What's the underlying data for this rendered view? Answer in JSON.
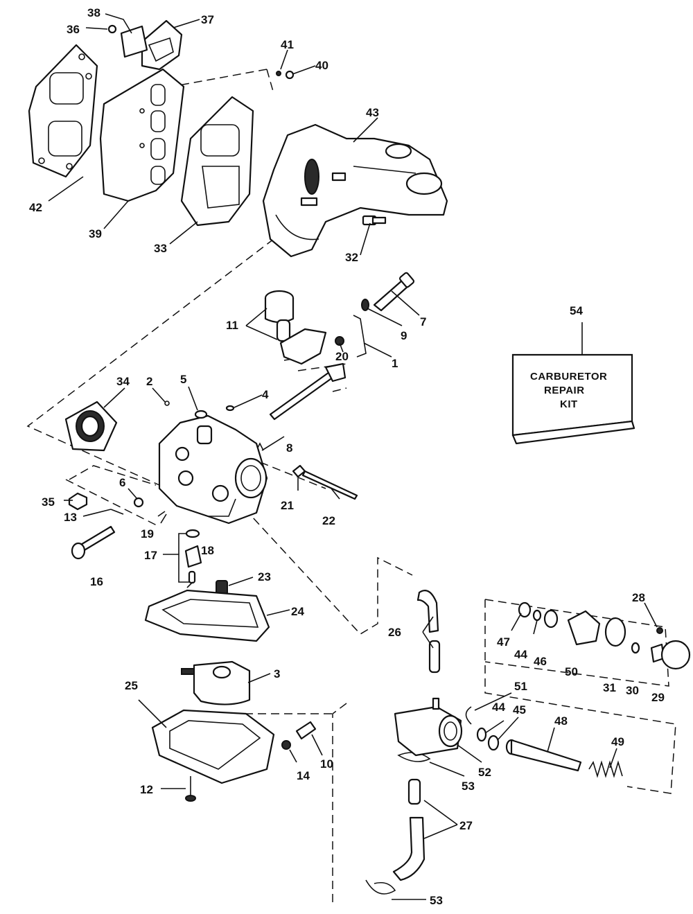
{
  "diagram": {
    "kit_label_lines": [
      "CARBURETOR",
      "REPAIR",
      "KIT"
    ],
    "callouts": [
      {
        "id": "1",
        "label": "1"
      },
      {
        "id": "2",
        "label": "2"
      },
      {
        "id": "3",
        "label": "3"
      },
      {
        "id": "4",
        "label": "4"
      },
      {
        "id": "5",
        "label": "5"
      },
      {
        "id": "6",
        "label": "6"
      },
      {
        "id": "7",
        "label": "7"
      },
      {
        "id": "8",
        "label": "8"
      },
      {
        "id": "9",
        "label": "9"
      },
      {
        "id": "10",
        "label": "10"
      },
      {
        "id": "11",
        "label": "11"
      },
      {
        "id": "12",
        "label": "12"
      },
      {
        "id": "13",
        "label": "13"
      },
      {
        "id": "14",
        "label": "14"
      },
      {
        "id": "16",
        "label": "16"
      },
      {
        "id": "17",
        "label": "17"
      },
      {
        "id": "18",
        "label": "18"
      },
      {
        "id": "19",
        "label": "19"
      },
      {
        "id": "20",
        "label": "20"
      },
      {
        "id": "21",
        "label": "21"
      },
      {
        "id": "22",
        "label": "22"
      },
      {
        "id": "23",
        "label": "23"
      },
      {
        "id": "24",
        "label": "24"
      },
      {
        "id": "25",
        "label": "25"
      },
      {
        "id": "26",
        "label": "26"
      },
      {
        "id": "27",
        "label": "27"
      },
      {
        "id": "28",
        "label": "28"
      },
      {
        "id": "29",
        "label": "29"
      },
      {
        "id": "30",
        "label": "30"
      },
      {
        "id": "31",
        "label": "31"
      },
      {
        "id": "32",
        "label": "32"
      },
      {
        "id": "33",
        "label": "33"
      },
      {
        "id": "34",
        "label": "34"
      },
      {
        "id": "35",
        "label": "35"
      },
      {
        "id": "36",
        "label": "36"
      },
      {
        "id": "37",
        "label": "37"
      },
      {
        "id": "38",
        "label": "38"
      },
      {
        "id": "39",
        "label": "39"
      },
      {
        "id": "40",
        "label": "40"
      },
      {
        "id": "41",
        "label": "41"
      },
      {
        "id": "42",
        "label": "42"
      },
      {
        "id": "43",
        "label": "43"
      },
      {
        "id": "44a",
        "label": "44"
      },
      {
        "id": "44b",
        "label": "44"
      },
      {
        "id": "45",
        "label": "45"
      },
      {
        "id": "46",
        "label": "46"
      },
      {
        "id": "47",
        "label": "47"
      },
      {
        "id": "48",
        "label": "48"
      },
      {
        "id": "49",
        "label": "49"
      },
      {
        "id": "50",
        "label": "50"
      },
      {
        "id": "51",
        "label": "51"
      },
      {
        "id": "52",
        "label": "52"
      },
      {
        "id": "53a",
        "label": "53"
      },
      {
        "id": "53b",
        "label": "53"
      },
      {
        "id": "54",
        "label": "54"
      }
    ]
  }
}
